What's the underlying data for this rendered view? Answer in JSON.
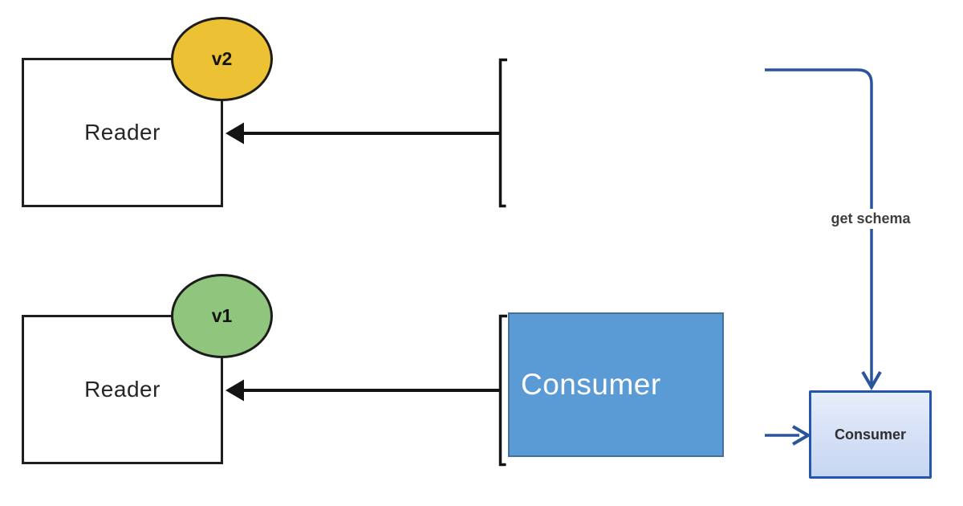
{
  "diagram": {
    "background": "#ffffff",
    "top_flow": {
      "reader_label": "Reader",
      "version_label": "v2",
      "version_fill": "#ecc133"
    },
    "bottom_flow": {
      "reader_label": "Reader",
      "version_label": "v1",
      "version_fill": "#90c57d",
      "consumer_label": "Consumer",
      "consumer_fill": "#5b9bd5",
      "consumer_border": "#41719c"
    },
    "schema_flow": {
      "edge_label": "get schema",
      "consumer_label": "Consumer",
      "consumer_border": "#2456ae",
      "line_color": "#2a549e"
    },
    "black_line_color": "#141414"
  }
}
